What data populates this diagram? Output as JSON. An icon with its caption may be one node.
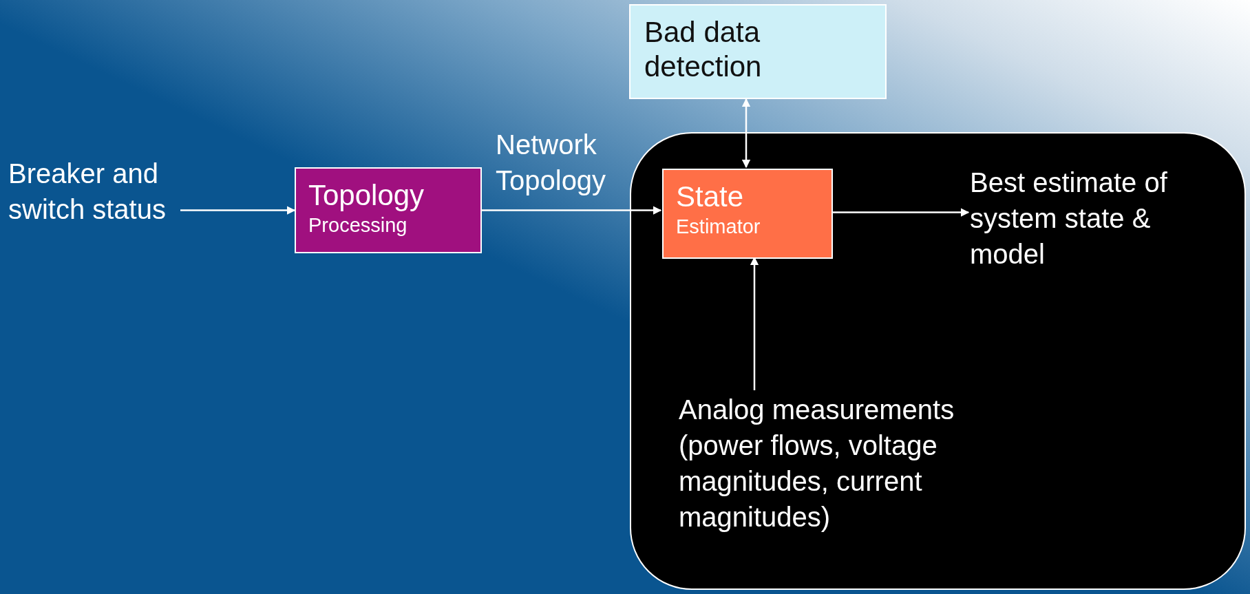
{
  "diagram": {
    "nodes": [
      {
        "text": [
          "Breaker and switch status"
        ]
      },
      {
        "text": [
          "Topology",
          "Processing"
        ]
      },
      {
        "text": [
          "Bad data detection"
        ]
      },
      {
        "text": [],
        "shape": "box"
      },
      {
        "text": [
          "State",
          "Estimator"
        ],
        "in": 3
      },
      {
        "text": [
          "Best estimate of system state & model"
        ],
        "in": 3
      },
      {
        "text": [
          "Analog measurements (power flows, voltage magnitudes, current magnitudes)"
        ],
        "in": 3
      }
    ],
    "edges": [
      {
        "from": 0,
        "to": 1,
        "arrow": "to"
      },
      {
        "from": 1,
        "to": 4,
        "arrow": "to",
        "label": "Network Topology"
      },
      {
        "from": 4,
        "to": 2,
        "arrow": "both"
      },
      {
        "from": 4,
        "to": 5,
        "arrow": "to"
      },
      {
        "from": 6,
        "to": 4,
        "arrow": "to"
      }
    ]
  }
}
